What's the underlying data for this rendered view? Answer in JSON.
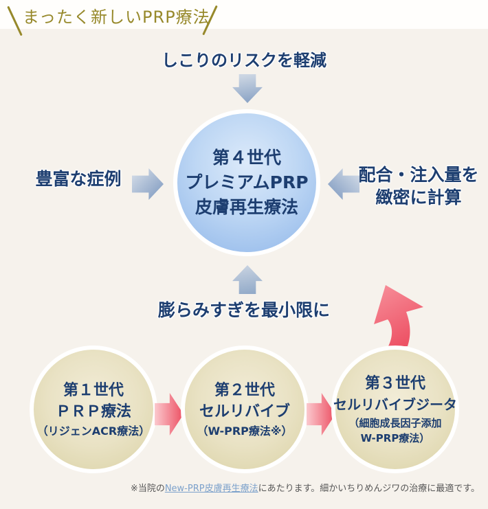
{
  "header": {
    "title": "まったく新しいPRP療法"
  },
  "center": {
    "circle_lines": [
      "第４世代",
      "プレミアムPRP",
      "皮膚再生療法"
    ],
    "benefit_top": "しこりのリスクを軽減",
    "benefit_left": "豊富な症例",
    "benefit_right_line1": "配合・注入量を",
    "benefit_right_line2": "緻密に計算",
    "benefit_bottom": "膨らみすぎを最小限に"
  },
  "generations": [
    {
      "gen": "第１世代",
      "name": "ＰＲＰ療法",
      "sub1": "（リジェンACR療法）",
      "sub2": ""
    },
    {
      "gen": "第２世代",
      "name": "セルリバイブ",
      "sub1": "（W-PRP療法※）",
      "sub2": ""
    },
    {
      "gen": "第３世代",
      "name": "セルリバイブジータ",
      "sub1": "（細胞成長因子添加",
      "sub2": "W-PRP療法）"
    }
  ],
  "footnote": {
    "prefix": "※当院の",
    "link": "New-PRP皮膚再生療法",
    "suffix": "にあたります。細かいちりめんジワの治療に最適です。"
  },
  "colors": {
    "background": "#f6f2ec",
    "top_strip": "#fffefc",
    "accent_olive": "#97892b",
    "navy_text": "#1d3e70",
    "blue_circle_edge": "#8fb6e9",
    "blue_circle_center": "#dceafa",
    "khaki_circle_edge": "#dad2a5",
    "khaki_circle_center": "#f2ecd7",
    "gray_arrow_dark": "#7f9ac0",
    "gray_arrow_light": "#d2dbe7",
    "pink_arrow_dark": "#ec4f62",
    "pink_arrow_light": "#fbc9ce",
    "footnote_text": "#565656",
    "link_blue": "#7ca1cb"
  }
}
